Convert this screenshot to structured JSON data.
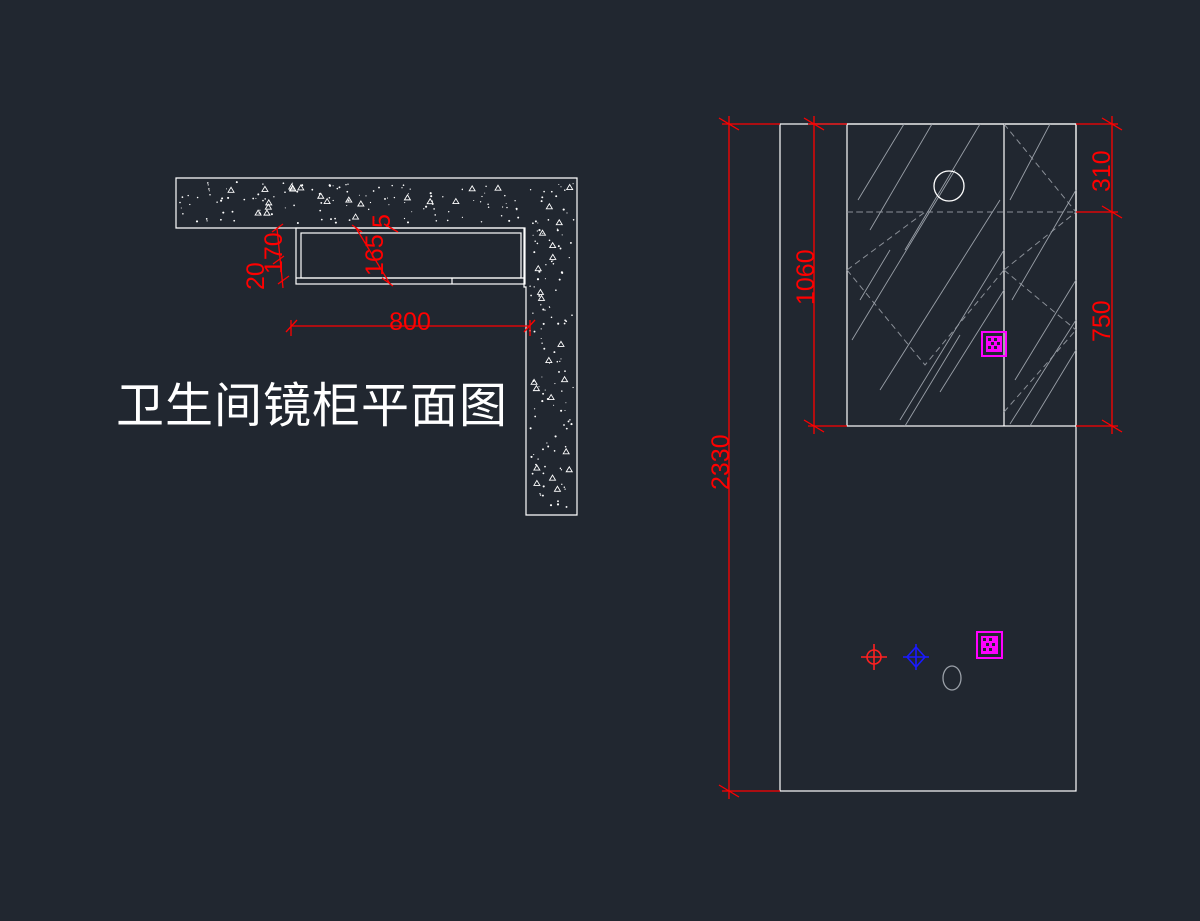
{
  "drawing": {
    "title": "卫生间镜柜平面图",
    "colors": {
      "background": "#212730",
      "linework": "#ffffff",
      "dimension": "#ff0000",
      "hatch": "#8a8f97",
      "marker_magenta": "#ff00ff",
      "marker_blue": "#0000ff"
    }
  },
  "plan_view": {
    "dimensions": {
      "cabinet_width": "800",
      "dim_20": "20",
      "dim_170": "170",
      "dim_165": "165",
      "dim_5": "5"
    }
  },
  "elevation_view": {
    "dimensions": {
      "total_height": "2330",
      "cabinet_height": "1060",
      "upper_section": "310",
      "lower_section": "750"
    },
    "icons": [
      "outlet-icon",
      "outlet-icon",
      "crosshair-icon",
      "crosshair-icon"
    ]
  }
}
